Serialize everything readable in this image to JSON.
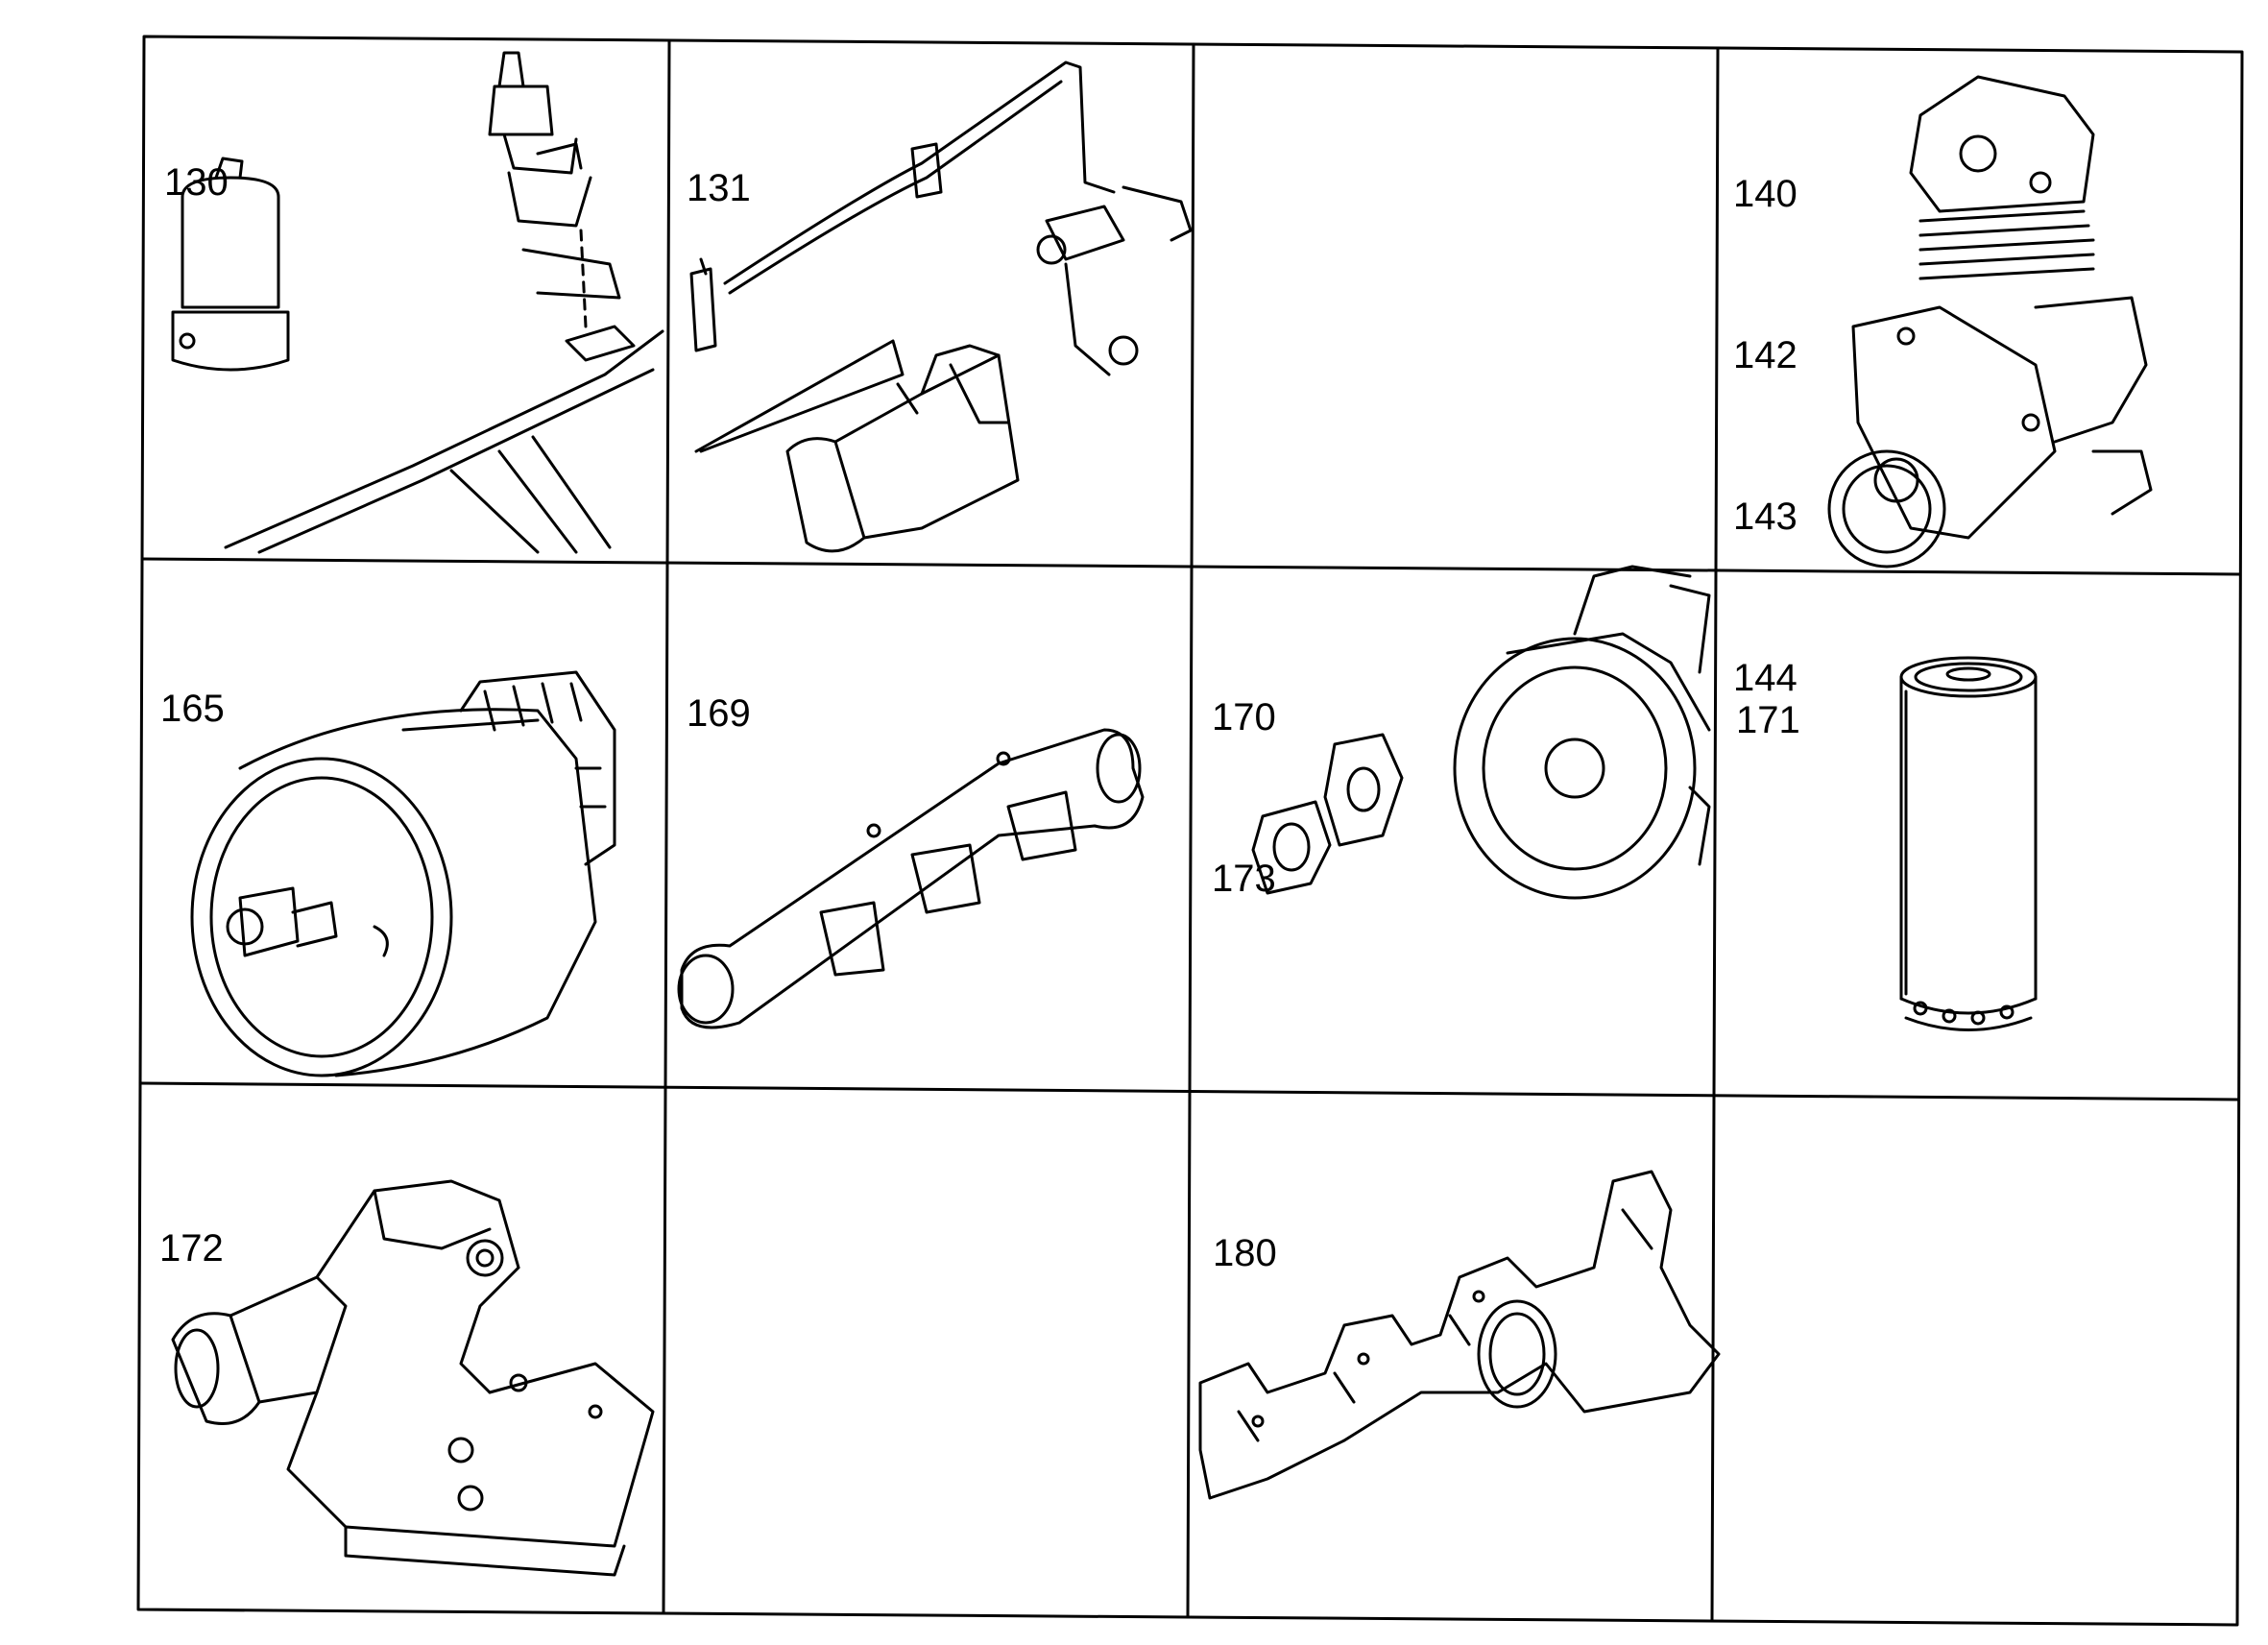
{
  "grid": {
    "cells": [
      {
        "labels": [
          "130"
        ]
      },
      {
        "labels": [
          "131"
        ]
      },
      {
        "labels": []
      },
      {
        "labels": [
          "140",
          "142",
          "143",
          "144"
        ]
      },
      {
        "labels": [
          "165"
        ]
      },
      {
        "labels": [
          "169"
        ]
      },
      {
        "labels": [
          "170",
          "173"
        ]
      },
      {
        "labels": [
          "171"
        ]
      },
      {
        "labels": [
          "172"
        ]
      },
      {
        "labels": []
      },
      {
        "labels": [
          "180"
        ]
      },
      {
        "labels": []
      }
    ]
  }
}
